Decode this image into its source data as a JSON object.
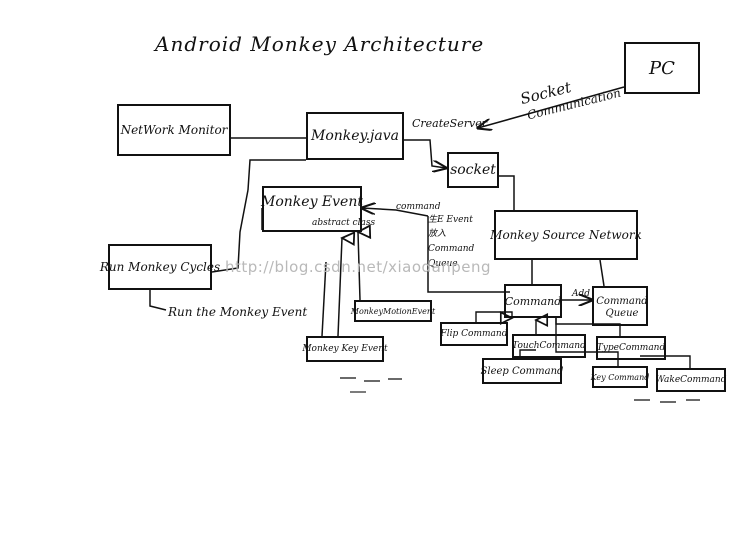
{
  "diagram": {
    "title": "Android Monkey Architecture",
    "watermark": "http://blog.csdn.net/xiaodanpeng",
    "nodes": {
      "pc": "PC",
      "network_monitor": "NetWork Monitor",
      "monkey_java": "Monkey.java",
      "socket": "socket",
      "monkey_event": "Monkey Event",
      "run_monkey_cycles": "Run Monkey Cycles",
      "monkey_source_network": "Monkey Source Network",
      "command": "Command",
      "command_queue": "Command Queue",
      "monkey_motion_event": "MonkeyMotionEvent",
      "monkey_key_event": "Monkey Key Event",
      "flip_command": "Flip Command",
      "touch_command": "TouchCommand",
      "type_command": "TypeCommand",
      "sleep_command": "Sleep Command",
      "key_command": "Key Command",
      "wake_command": "WakeCommand"
    },
    "annotations": {
      "socket_comm_1": "Socket",
      "socket_comm_2": "Communication",
      "create_server": "CreateServer",
      "abstract_class": "abstract class",
      "command_flow_1": "command",
      "command_flow_2": "生E Event",
      "command_flow_3": "放入",
      "command_flow_4": "Command",
      "command_flow_5": "Queue",
      "add": "Add",
      "run_the_event": "Run the Monkey Event"
    }
  }
}
